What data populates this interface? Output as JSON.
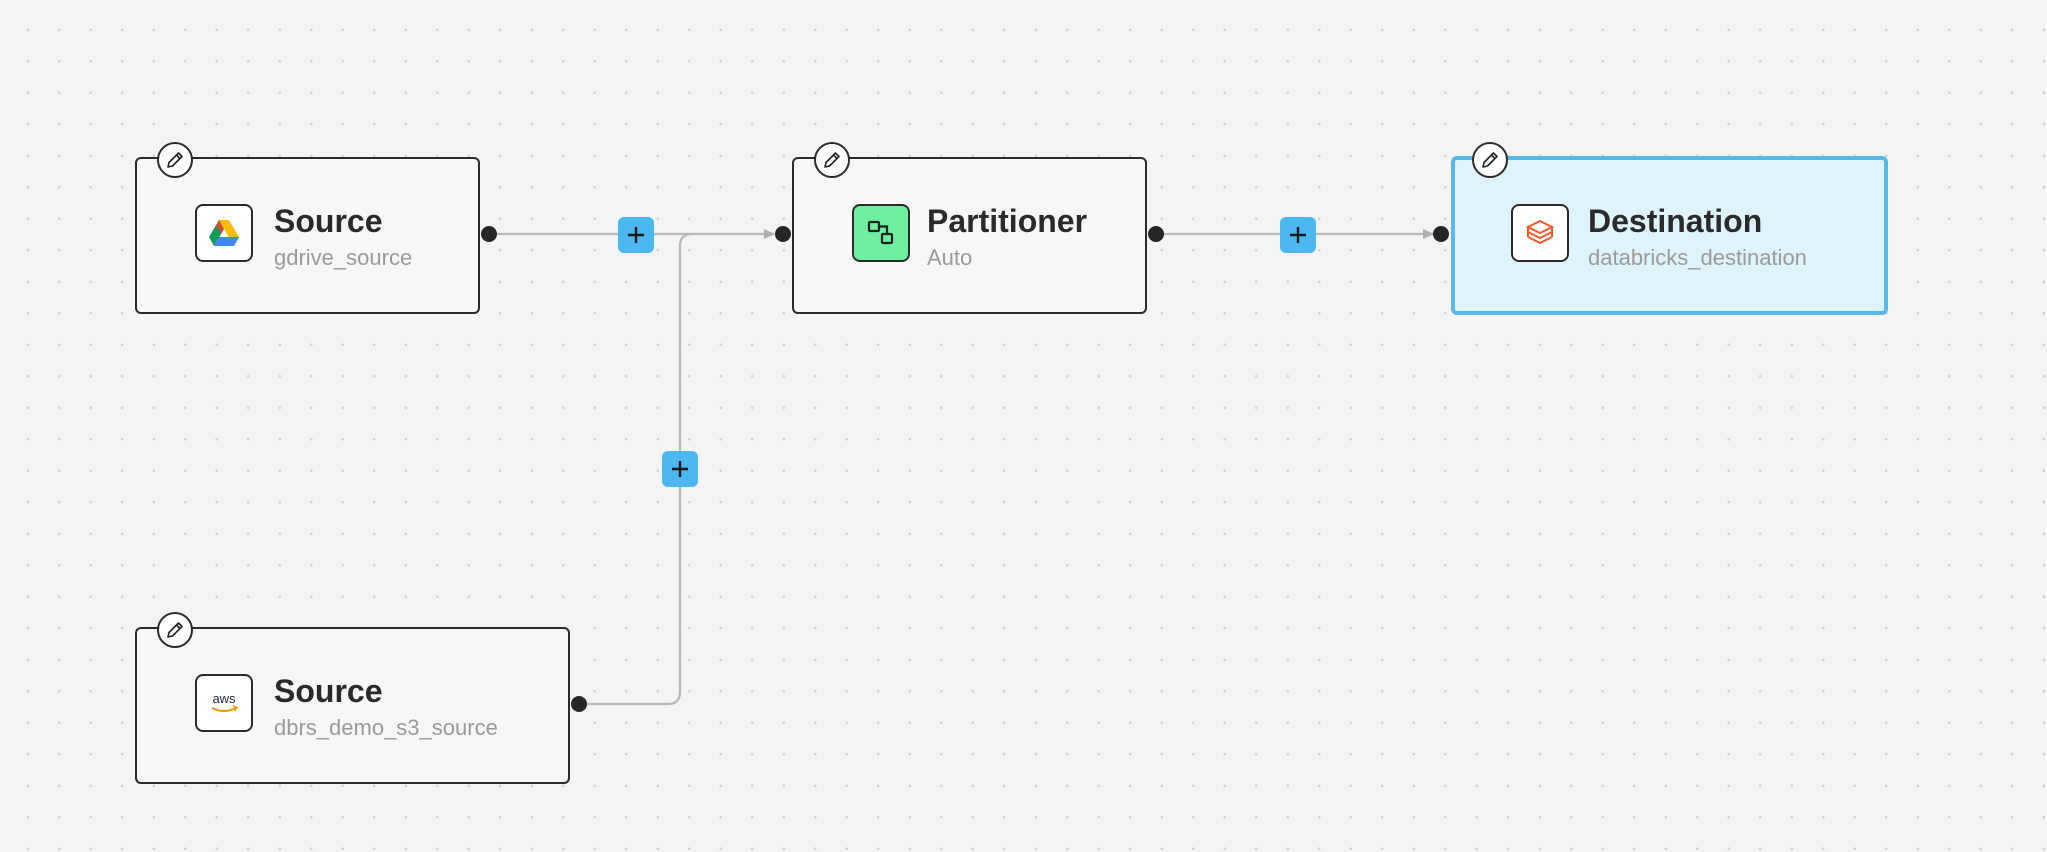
{
  "nodes": {
    "gdrive_source": {
      "title": "Source",
      "subtitle": "gdrive_source",
      "icon": "google-drive-icon"
    },
    "partitioner": {
      "title": "Partitioner",
      "subtitle": "Auto",
      "icon": "partitioner-icon"
    },
    "destination": {
      "title": "Destination",
      "subtitle": "databricks_destination",
      "icon": "databricks-icon",
      "selected": true
    },
    "s3_source": {
      "title": "Source",
      "subtitle": "dbrs_demo_s3_source",
      "icon": "aws-icon",
      "icon_text": "aws"
    }
  },
  "edges": [
    {
      "from": "gdrive_source",
      "to": "partitioner"
    },
    {
      "from": "s3_source",
      "to": "partitioner"
    },
    {
      "from": "partitioner",
      "to": "destination"
    }
  ],
  "colors": {
    "canvas_bg": "#f4f4f4",
    "node_border": "#2b2b2b",
    "selected_bg": "#dff3fd",
    "selected_border": "#58b9e9",
    "add_button": "#4bb8f2",
    "partitioner_icon_bg": "#6ef0a0",
    "databricks_orange": "#ef5a2a",
    "edge_line": "#b8b8b8"
  }
}
